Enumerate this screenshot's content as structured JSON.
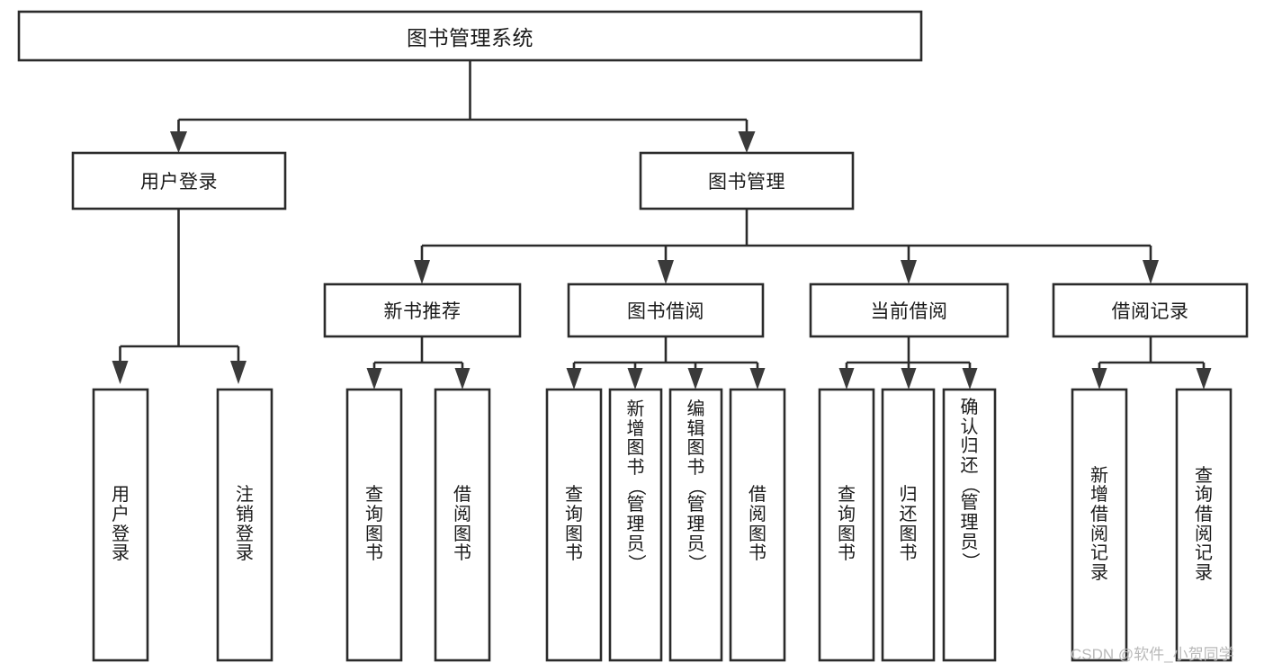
{
  "diagram": {
    "type": "tree-hierarchy",
    "title": "图书管理系统",
    "colors": {
      "stroke": "#2b2b2b",
      "fill": "#ffffff",
      "text": "#1a1a1a",
      "watermark": "#b9b9b9"
    },
    "root": {
      "label": "图书管理系统"
    },
    "level2": [
      {
        "label": "用户登录"
      },
      {
        "label": "图书管理"
      }
    ],
    "level3": [
      {
        "label": "新书推荐"
      },
      {
        "label": "图书借阅"
      },
      {
        "label": "当前借阅"
      },
      {
        "label": "借阅记录"
      }
    ],
    "leaves": {
      "user_login": [
        {
          "label": "用户登录"
        },
        {
          "label": "注销登录"
        }
      ],
      "new_book_recommend": [
        {
          "label": "查询图书"
        },
        {
          "label": "借阅图书"
        }
      ],
      "book_borrow": [
        {
          "label": "查询图书"
        },
        {
          "label": "新增图书（管理员）"
        },
        {
          "label": "编辑图书（管理员）"
        },
        {
          "label": "借阅图书"
        }
      ],
      "current_borrow": [
        {
          "label": "查询图书"
        },
        {
          "label": "归还图书"
        },
        {
          "label": "确认归还（管理员）"
        }
      ],
      "borrow_record": [
        {
          "label": "新增借阅记录"
        },
        {
          "label": "查询借阅记录"
        }
      ]
    }
  },
  "watermark": {
    "text": "CSDN @软件_小贺同学"
  }
}
